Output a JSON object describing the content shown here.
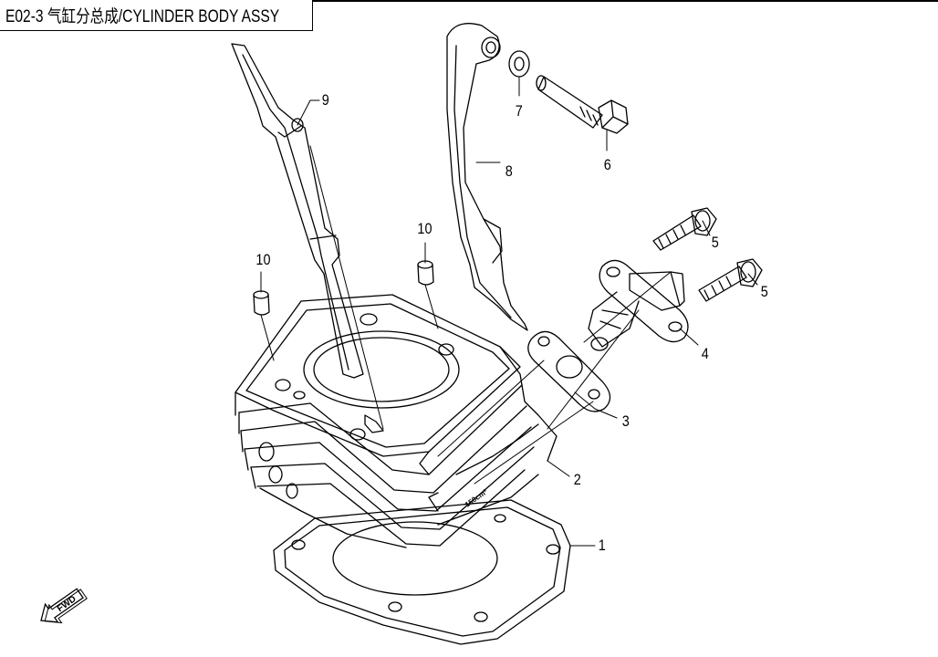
{
  "title": "E02-3  气缸分总成/CYLINDER BODY ASSY",
  "fwd_label": "FWD",
  "callouts": {
    "c1": "1",
    "c2": "2",
    "c3": "3",
    "c4": "4",
    "c5a": "5",
    "c5b": "5",
    "c6": "6",
    "c7": "7",
    "c8": "8",
    "c9": "9",
    "c10a": "10",
    "c10b": "10"
  },
  "displacement_mark": "150cm³",
  "colors": {
    "line": "#000000",
    "background": "#ffffff"
  }
}
